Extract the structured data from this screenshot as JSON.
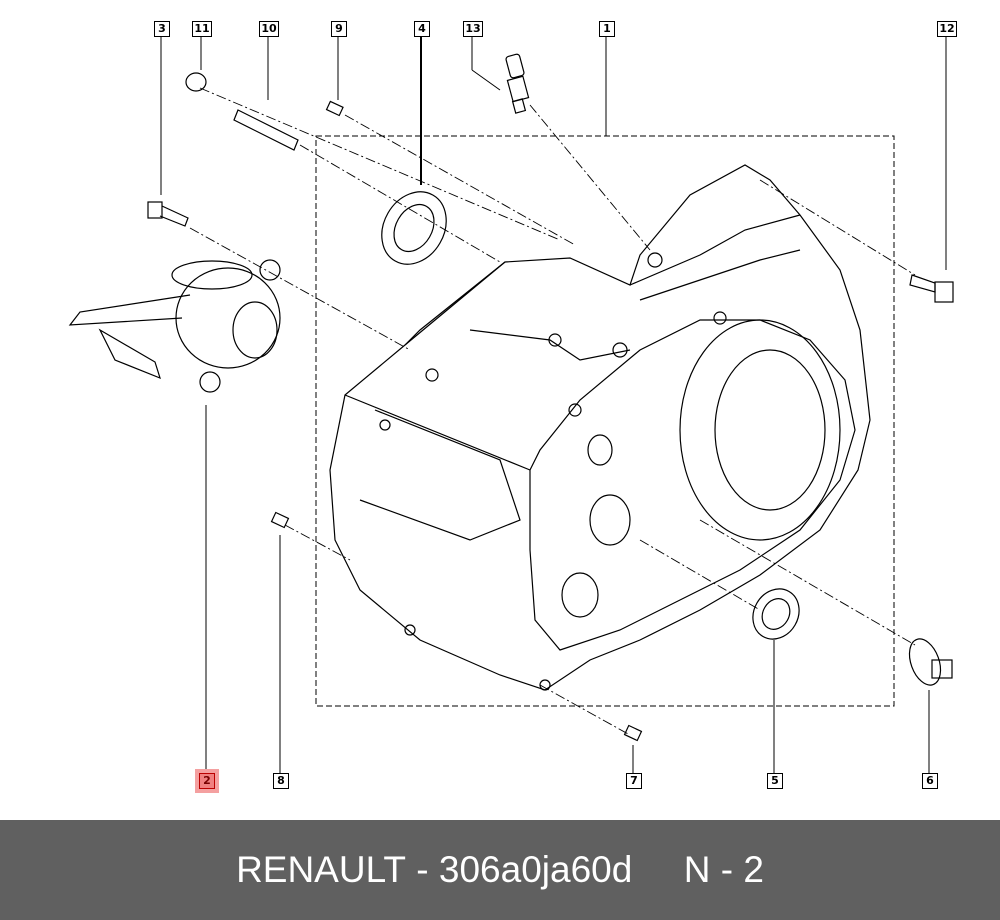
{
  "callouts": {
    "c1": "1",
    "c2": "2",
    "c3": "3",
    "c4": "4",
    "c5": "5",
    "c6": "6",
    "c7": "7",
    "c8": "8",
    "c9": "9",
    "c10": "10",
    "c11": "11",
    "c12": "12",
    "c13": "13"
  },
  "highlighted_part": "2",
  "footer": {
    "brand": "RENAULT",
    "separator": " - ",
    "part_number": "306a0ja60d",
    "gap": "     ",
    "position": "N - 2"
  },
  "colors": {
    "highlight": "#f08080",
    "footer_bg": "#606060"
  }
}
